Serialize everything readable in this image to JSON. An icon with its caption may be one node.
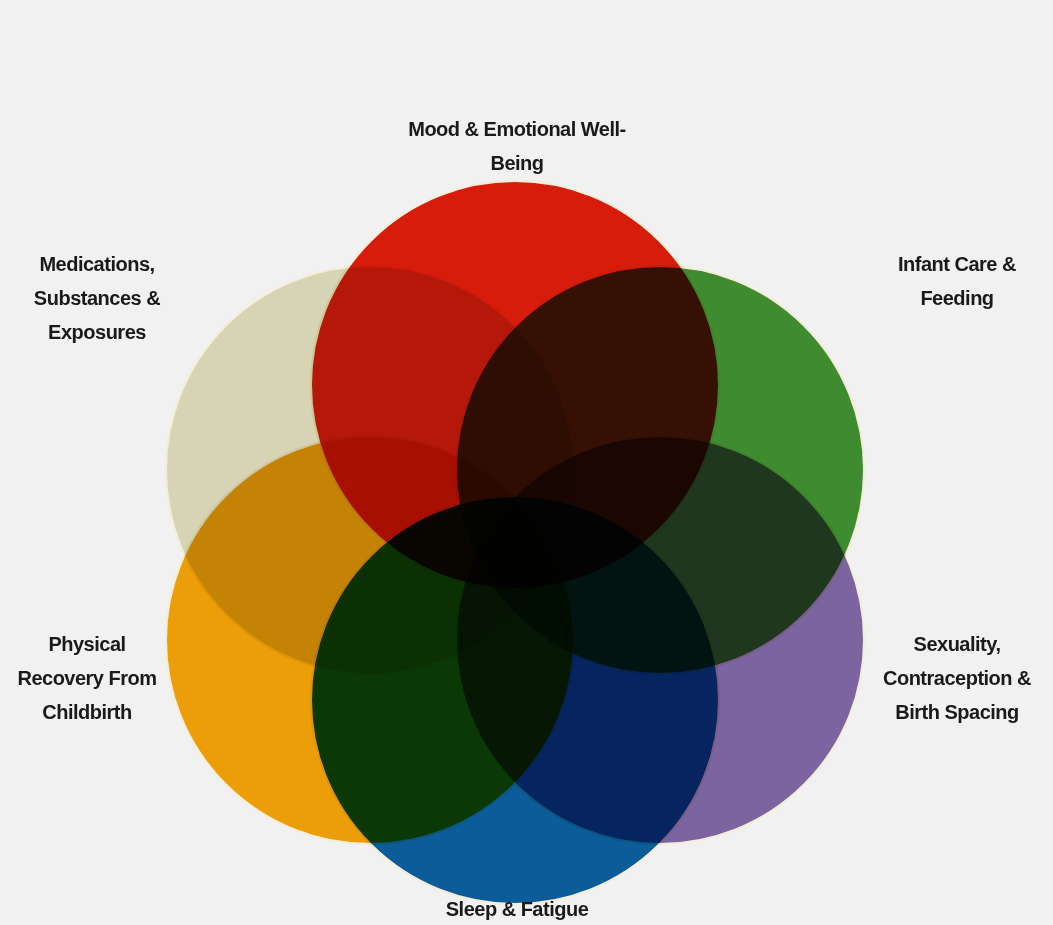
{
  "diagram": {
    "nodes": [
      {
        "text": [
          "Mood & Emotional Well-Being"
        ]
      },
      {
        "text": [
          "Infant Care & Feeding"
        ]
      },
      {
        "text": [
          "Sexuality, Contraception & Birth Spacing"
        ]
      },
      {
        "text": [
          "Sleep & Fatigue"
        ]
      },
      {
        "text": [
          "Physical Recovery From Childbirth"
        ]
      },
      {
        "text": [
          "Medications, Substances & Exposures"
        ]
      }
    ]
  }
}
